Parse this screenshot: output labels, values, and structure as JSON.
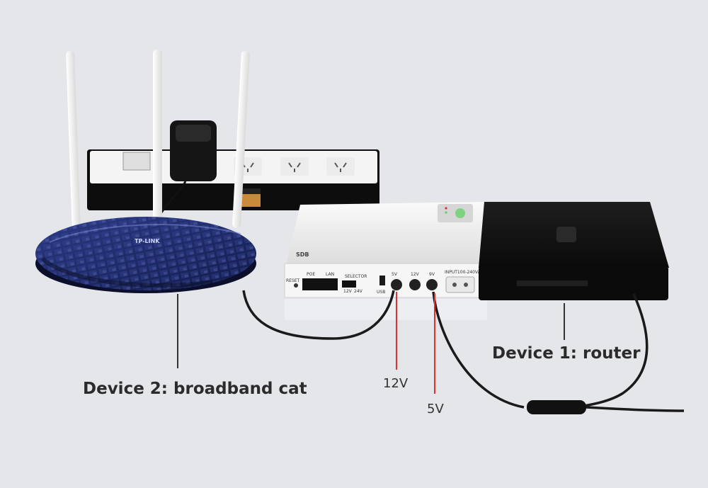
{
  "labels": {
    "device2": "Device 2: broadband cat",
    "device1": "Device 1: router",
    "volt_12": "12V",
    "volt_5": "5V"
  },
  "ups_panel": {
    "reset": "RESET",
    "poe": "POE",
    "lan": "LAN",
    "selector": "SELECTOR",
    "sel_12": "12V",
    "sel_24": "24V",
    "usb": "USB",
    "port_5v": "5V",
    "port_12v": "12V",
    "port_9v": "9V",
    "input": "INPUT100-240Vac"
  },
  "modem_brand": "TP-LINK",
  "colors": {
    "background": "#e4e6ea",
    "router_blue": "#1e2a66",
    "ups_white": "#f2f2f2",
    "black_router": "#111111",
    "indicator_red": "#e03030",
    "indicator_green": "#66cc66"
  }
}
